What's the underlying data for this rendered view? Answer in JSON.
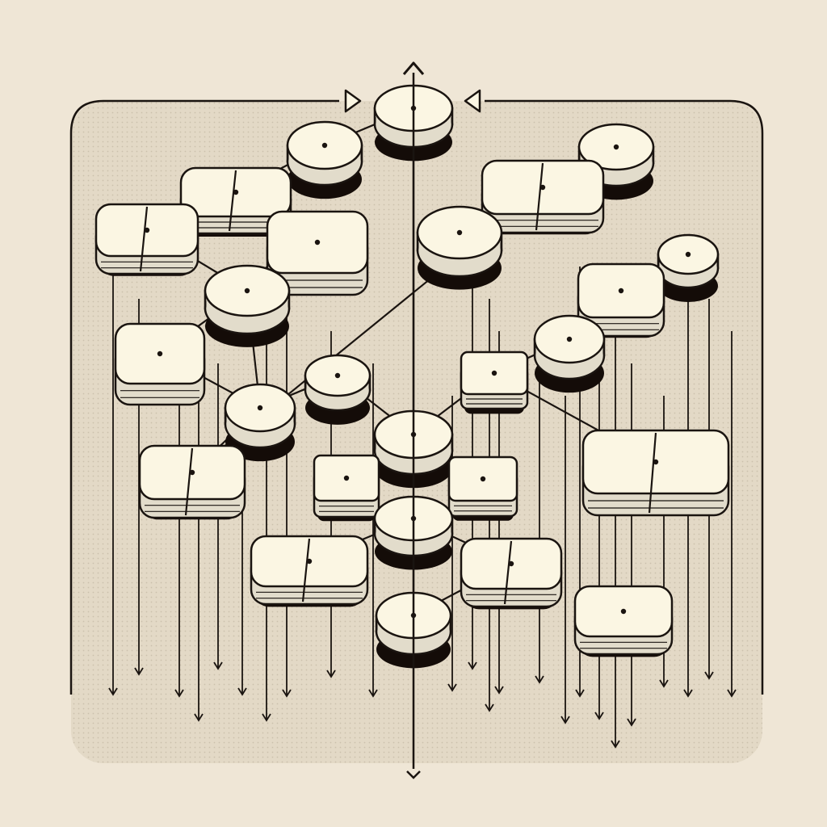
{
  "colors": {
    "background": "#efe6d6",
    "panel": "#e3d9c6",
    "node_fill": "#fbf6e3",
    "node_side": "#e2dccb",
    "stroke": "#1a1410",
    "shadow": "#140c08"
  },
  "nodes": [
    {
      "id": "n01",
      "shape": "disc",
      "label": ""
    },
    {
      "id": "n02",
      "shape": "disc",
      "label": ""
    },
    {
      "id": "n03",
      "shape": "double-slab",
      "label": ""
    },
    {
      "id": "n04",
      "shape": "double-slab",
      "label": ""
    },
    {
      "id": "n05",
      "shape": "slab",
      "label": ""
    },
    {
      "id": "n06",
      "shape": "disc",
      "label": ""
    },
    {
      "id": "n07",
      "shape": "slab",
      "label": ""
    },
    {
      "id": "n08",
      "shape": "disc",
      "label": ""
    },
    {
      "id": "n09",
      "shape": "disc",
      "label": ""
    },
    {
      "id": "n10",
      "shape": "double-slab",
      "label": ""
    },
    {
      "id": "n11",
      "shape": "disc",
      "label": ""
    },
    {
      "id": "n12",
      "shape": "disc",
      "label": ""
    },
    {
      "id": "n13",
      "shape": "disc",
      "label": ""
    },
    {
      "id": "n14",
      "shape": "double-slab",
      "label": ""
    },
    {
      "id": "n15",
      "shape": "disc",
      "label": ""
    },
    {
      "id": "n16",
      "shape": "slab",
      "label": ""
    },
    {
      "id": "n17",
      "shape": "disc",
      "label": ""
    },
    {
      "id": "n18",
      "shape": "cube",
      "label": ""
    },
    {
      "id": "n19",
      "shape": "double-slab",
      "label": ""
    },
    {
      "id": "n20",
      "shape": "cube",
      "label": ""
    },
    {
      "id": "n21",
      "shape": "cube",
      "label": ""
    },
    {
      "id": "n22",
      "shape": "disc",
      "label": ""
    },
    {
      "id": "n23",
      "shape": "double-slab",
      "label": ""
    },
    {
      "id": "n24",
      "shape": "double-slab",
      "label": ""
    },
    {
      "id": "n25",
      "shape": "disc",
      "label": ""
    },
    {
      "id": "n26",
      "shape": "slab",
      "label": ""
    }
  ],
  "edges": [
    {
      "from": "n02",
      "to": "n01",
      "arrow": false
    },
    {
      "from": "n03",
      "to": "n02",
      "arrow": false
    },
    {
      "from": "n04",
      "to": "n03",
      "arrow": false
    },
    {
      "from": "n04",
      "to": "n06",
      "arrow": false
    },
    {
      "from": "n06",
      "to": "n07",
      "arrow": false
    },
    {
      "from": "n06",
      "to": "n08",
      "arrow": true
    },
    {
      "from": "n13",
      "to": "n01",
      "arrow": true
    },
    {
      "from": "n13",
      "to": "n09",
      "arrow": true
    },
    {
      "from": "n13",
      "to": "n18",
      "arrow": false
    },
    {
      "from": "n18",
      "to": "n17",
      "arrow": false
    },
    {
      "from": "n17",
      "to": "n16",
      "arrow": false
    },
    {
      "from": "n18",
      "to": "n19",
      "arrow": true
    },
    {
      "from": "n11",
      "to": "n12",
      "arrow": true
    },
    {
      "from": "n14",
      "to": "n10",
      "arrow": false
    },
    {
      "from": "n13",
      "to": "n20",
      "arrow": false
    },
    {
      "from": "n13",
      "to": "n21",
      "arrow": false
    },
    {
      "from": "n22",
      "to": "n23",
      "arrow": false
    },
    {
      "from": "n22",
      "to": "n24",
      "arrow": false
    },
    {
      "from": "n22",
      "to": "n25",
      "arrow": false
    },
    {
      "from": "n25",
      "to": "n24",
      "arrow": false
    },
    {
      "from": "n08",
      "to": "n09",
      "arrow": false
    },
    {
      "from": "n07",
      "to": "n08",
      "arrow": false
    },
    {
      "from": "n08",
      "to": "n10",
      "arrow": false
    }
  ]
}
